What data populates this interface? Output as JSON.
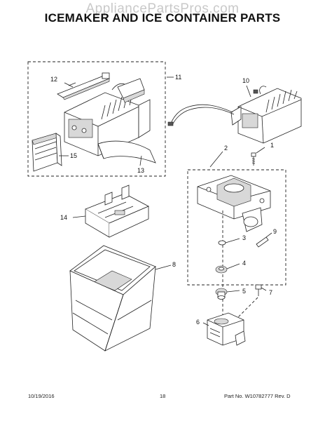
{
  "watermark": "AppliancePartsPros.com",
  "title": "ICEMAKER AND ICE CONTAINER PARTS",
  "callouts": {
    "c1": "1",
    "c2": "2",
    "c3": "3",
    "c4": "4",
    "c5": "5",
    "c6": "6",
    "c7": "7",
    "c8": "8",
    "c9": "9",
    "c10": "10",
    "c11": "11",
    "c12": "12",
    "c13": "13",
    "c14": "14",
    "c15": "15"
  },
  "footer": {
    "date": "10/19/2016",
    "page": "18",
    "part": "Part No.  W10782777  Rev. D"
  }
}
